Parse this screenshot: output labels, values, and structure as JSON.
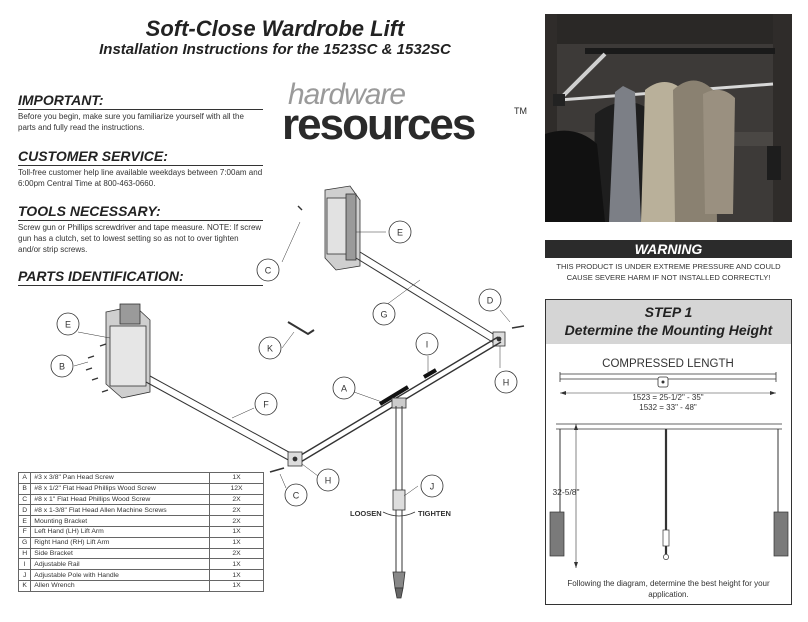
{
  "header": {
    "title": "Soft-Close Wardrobe Lift",
    "subtitle": "Installation Instructions for the 1523SC & 1532SC"
  },
  "logo": {
    "line1": "hardware",
    "line2": "resources",
    "tm": "TM"
  },
  "important": {
    "heading": "IMPORTANT:",
    "text": "Before you begin, make sure you familiarize yourself with all the parts and fully read the instructions."
  },
  "customer_service": {
    "heading": "CUSTOMER SERVICE:",
    "text": "Toll-free customer help line available weekdays between 7:00am and 6:00pm Central Time at 800-463-0660."
  },
  "tools": {
    "heading": "TOOLS NECESSARY:",
    "text": "Screw gun or Phillips screwdriver and tape measure. NOTE: If screw gun has a clutch, set to lowest setting so as not to over tighten and/or strip screws."
  },
  "parts_heading": "PARTS IDENTIFICATION:",
  "diagram_labels": {
    "A": "A",
    "B": "B",
    "C": "C",
    "D": "D",
    "E": "E",
    "F": "F",
    "G": "G",
    "H": "H",
    "I": "I",
    "J": "J",
    "K": "K",
    "loosen": "LOOSEN",
    "tighten": "TIGHTEN"
  },
  "parts": [
    {
      "key": "A",
      "desc": "#3 x 3/8\" Pan Head Screw",
      "qty": "1X"
    },
    {
      "key": "B",
      "desc": "#8 x 1/2\" Flat Head Phillips Wood Screw",
      "qty": "12X"
    },
    {
      "key": "C",
      "desc": "#8 x 1\" Flat Head Phillips Wood Screw",
      "qty": "2X"
    },
    {
      "key": "D",
      "desc": "#8 x 1-3/8\" Flat Head Allen Machine Screws",
      "qty": "2X"
    },
    {
      "key": "E",
      "desc": "Mounting Bracket",
      "qty": "2X"
    },
    {
      "key": "F",
      "desc": "Left Hand (LH) Lift Arm",
      "qty": "1X"
    },
    {
      "key": "G",
      "desc": "Right Hand (RH) Lift Arm",
      "qty": "1X"
    },
    {
      "key": "H",
      "desc": "Side Bracket",
      "qty": "2X"
    },
    {
      "key": "I",
      "desc": "Adjustable Rail",
      "qty": "1X"
    },
    {
      "key": "J",
      "desc": "Adjustable Pole with Handle",
      "qty": "1X"
    },
    {
      "key": "K",
      "desc": "Allen Wrench",
      "qty": "1X"
    }
  ],
  "warning": {
    "heading": "WARNING",
    "text": "THIS PRODUCT IS UNDER EXTREME PRESSURE AND COULD CAUSE SEVERE HARM IF NOT INSTALLED CORRECTLY!"
  },
  "step1": {
    "line1": "STEP 1",
    "line2": "Determine the Mounting Height",
    "compressed": "COMPRESSED LENGTH",
    "dim1": "1523 = 25-1/2\" - 35\"",
    "dim2": "1532 = 33\" - 48\"",
    "height": "32-5/8\"",
    "caption": "Following the diagram, determine the best height for your application."
  }
}
